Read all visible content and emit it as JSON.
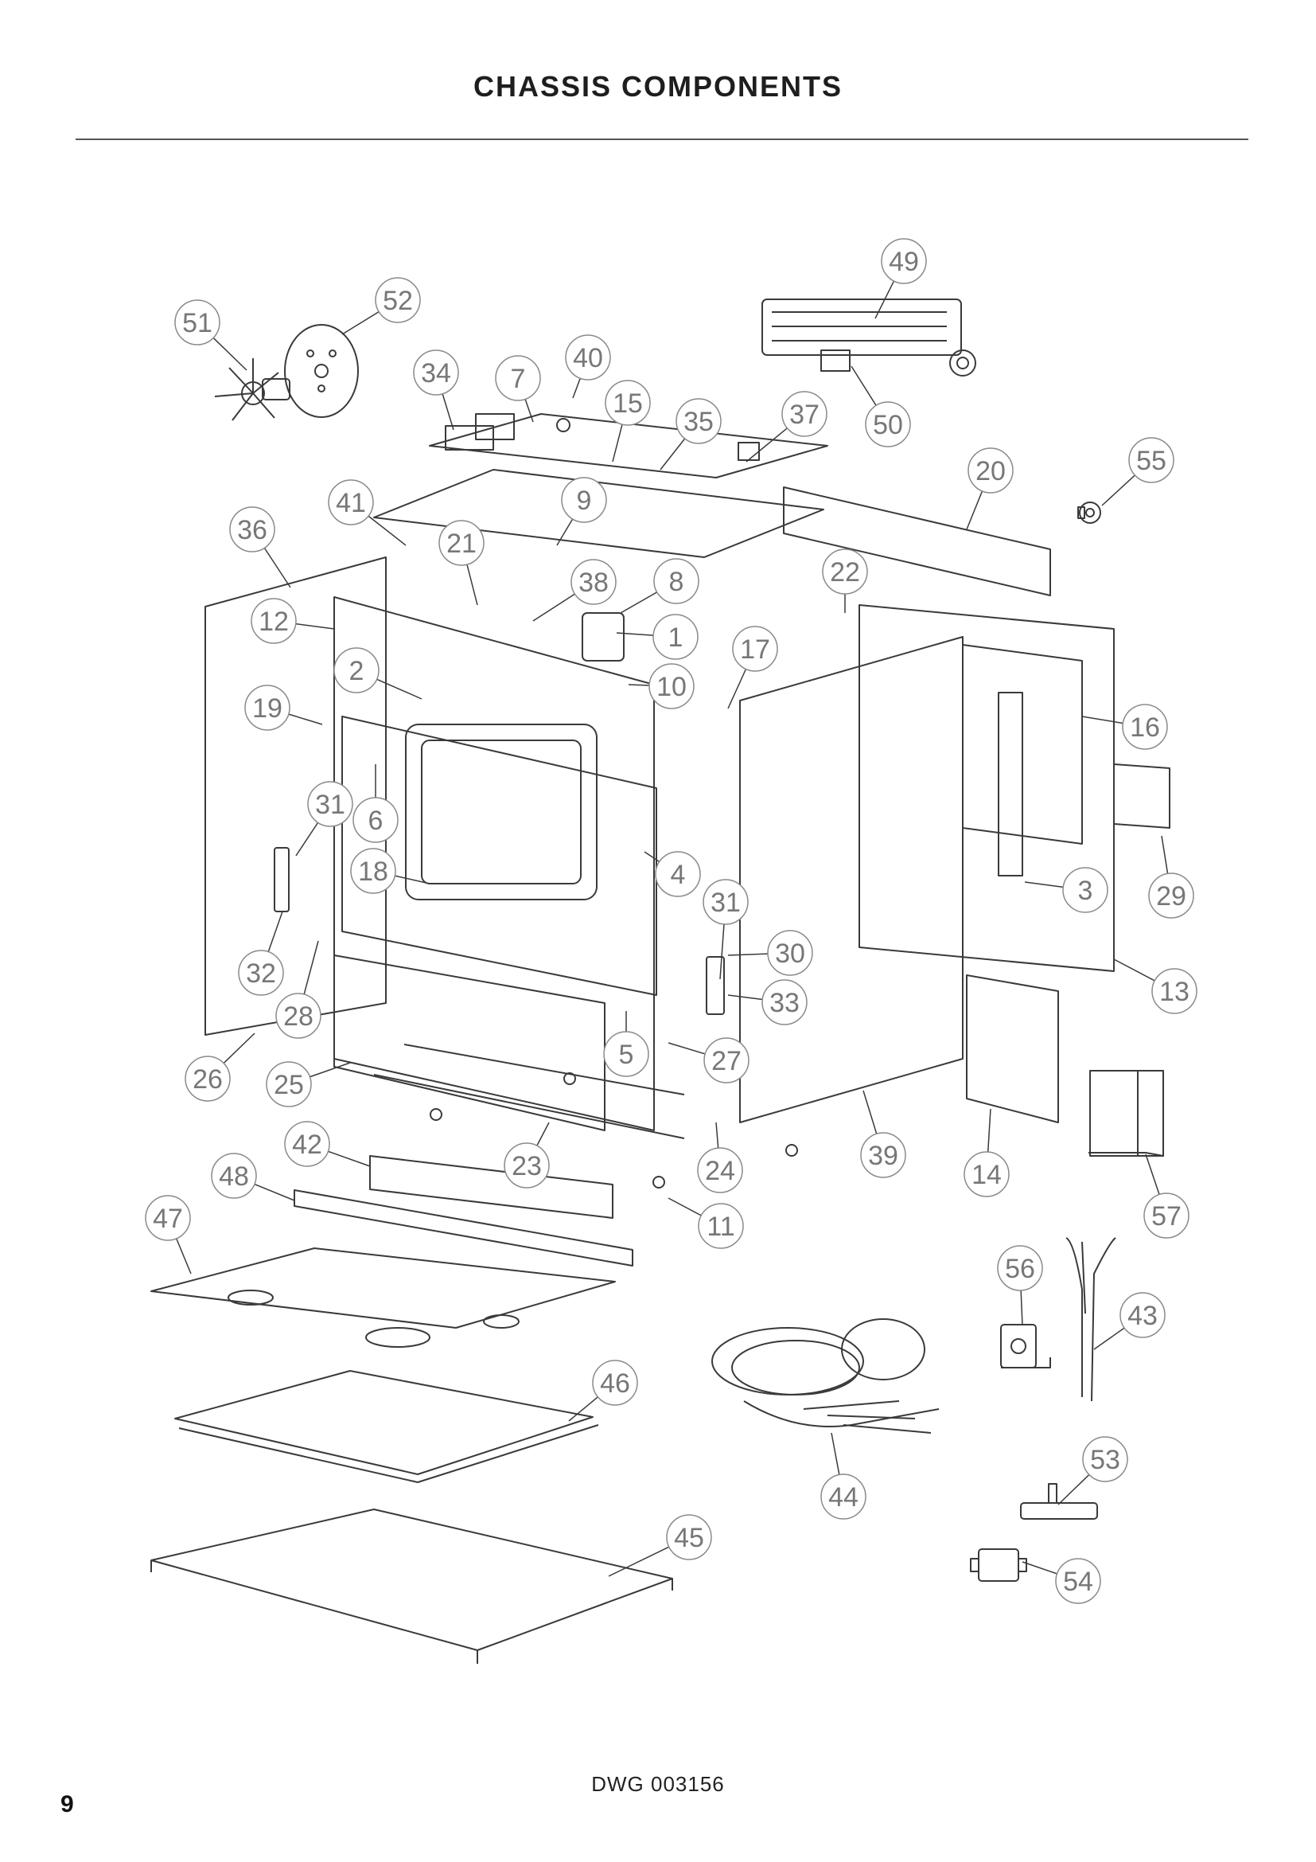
{
  "header": {
    "title": "CHASSIS COMPONENTS"
  },
  "footer": {
    "drawing_number": "DWG 003156",
    "page_number": "9"
  },
  "callouts": [
    "1",
    "2",
    "3",
    "4",
    "5",
    "6",
    "7",
    "8",
    "9",
    "10",
    "11",
    "12",
    "13",
    "14",
    "15",
    "16",
    "17",
    "18",
    "19",
    "20",
    "21",
    "22",
    "23",
    "24",
    "25",
    "26",
    "27",
    "28",
    "29",
    "30",
    "31",
    "31",
    "32",
    "33",
    "34",
    "35",
    "36",
    "37",
    "38",
    "39",
    "40",
    "41",
    "42",
    "43",
    "44",
    "45",
    "46",
    "47",
    "48",
    "49",
    "50",
    "51",
    "52",
    "53",
    "54",
    "55",
    "56",
    "57"
  ],
  "colors": {
    "line": "#3a3a3a",
    "callout": "#8a8a8a",
    "text": "#222222"
  }
}
